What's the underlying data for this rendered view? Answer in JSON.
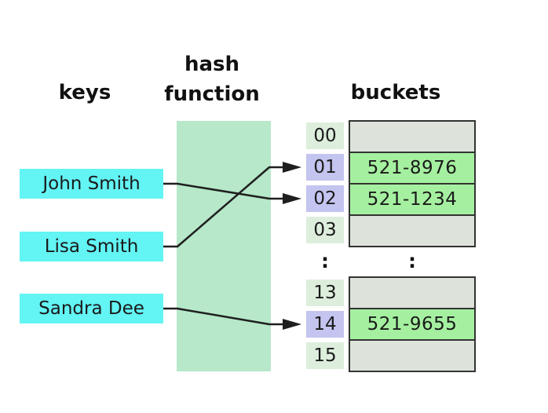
{
  "diagram": {
    "labels": {
      "keys": "keys",
      "hash_line1": "hash",
      "hash_line2": "function",
      "buckets": "buckets"
    },
    "keys": [
      "John Smith",
      "Lisa Smith",
      "Sandra Dee"
    ],
    "buckets": {
      "ellipsis": ":",
      "top_group": [
        {
          "index": "00",
          "value": "",
          "highlighted": false
        },
        {
          "index": "01",
          "value": "521-8976",
          "highlighted": true
        },
        {
          "index": "02",
          "value": "521-1234",
          "highlighted": true
        },
        {
          "index": "03",
          "value": "",
          "highlighted": false
        }
      ],
      "bottom_group": [
        {
          "index": "13",
          "value": "",
          "highlighted": false
        },
        {
          "index": "14",
          "value": "521-9655",
          "highlighted": true
        },
        {
          "index": "15",
          "value": "",
          "highlighted": false
        }
      ]
    },
    "mappings": [
      {
        "key": "John Smith",
        "bucket": "02"
      },
      {
        "key": "Lisa Smith",
        "bucket": "01"
      },
      {
        "key": "Sandra Dee",
        "bucket": "14"
      }
    ],
    "colors": {
      "key_box": "#63F4F4",
      "hash_box": "#B6E8C9",
      "index_default": "#DDEEDD",
      "index_highlight": "#C4C4F0",
      "cell_empty": "#DDE3DB",
      "cell_filled": "#A5F0A0",
      "line": "#1f1f1f",
      "border": "#333333"
    }
  }
}
